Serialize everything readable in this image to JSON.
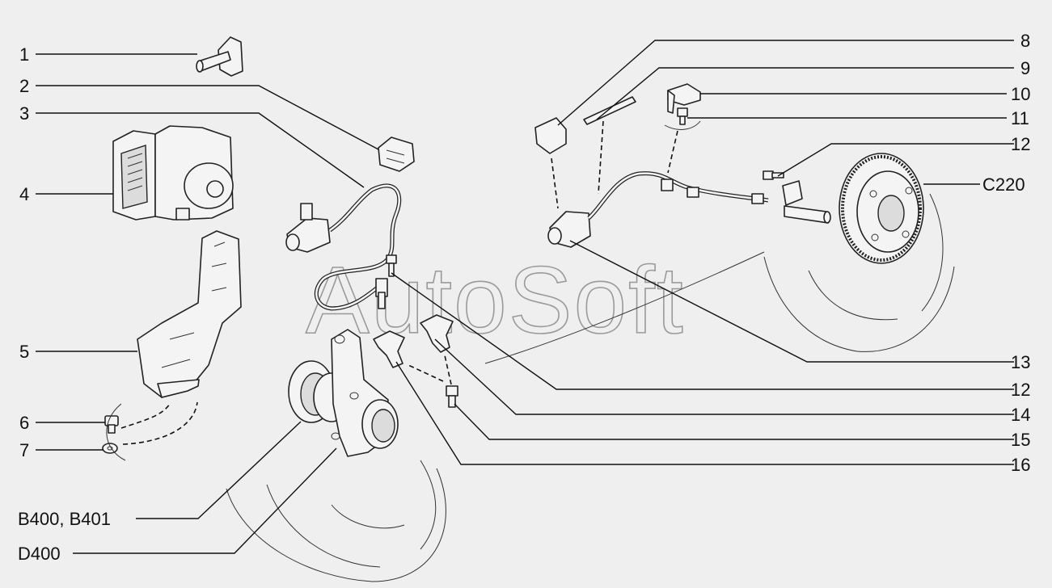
{
  "labels": {
    "l1": "1",
    "l2": "2",
    "l3": "3",
    "l4": "4",
    "l5": "5",
    "l6": "6",
    "l7": "7",
    "r8": "8",
    "r9": "9",
    "r10": "10",
    "r11": "11",
    "r12a": "12",
    "c220": "C220",
    "r13": "13",
    "r12b": "12",
    "r14": "14",
    "r15": "15",
    "r16": "16",
    "b400": "B400, B401",
    "d400": "D400"
  },
  "watermark": "AutoSoft"
}
